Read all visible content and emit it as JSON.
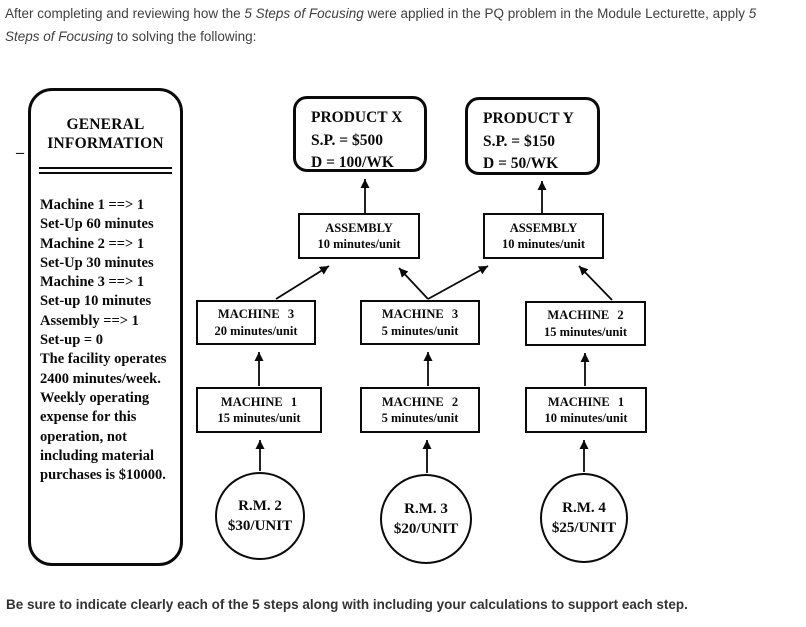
{
  "page": {
    "dash": "–",
    "footer_text": "Be sure to indicate clearly each of the 5 steps along with including your calculations to support each step."
  },
  "intro": {
    "part1": "After completing and reviewing how the ",
    "italic1": "5 Steps of Focusing",
    "part2": " were applied in the PQ problem in the Module Lecturette, apply ",
    "italic2_line1": "5",
    "italic2_line2": "Steps of Focusing",
    "part3": " to solving the following:"
  },
  "general_info": {
    "title_line1": "GENERAL",
    "title_line2": "INFORMATION",
    "lines": [
      "Machine 1 ==> 1",
      "Set-Up 60 minutes",
      "Machine 2 ==> 1",
      "Set-Up 30 minutes",
      "Machine 3 ==> 1",
      "Set-up 10 minutes",
      "Assembly ==> 1",
      "Set-up = 0",
      "The facility operates",
      "2400 minutes/week.",
      "Weekly operating",
      "expense for this",
      "operation, not",
      "including material",
      "purchases is $10000."
    ]
  },
  "products": [
    {
      "name": "PRODUCT X",
      "selling_price": "S.P. = $500",
      "demand": "D = 100/WK"
    },
    {
      "name": "PRODUCT Y",
      "selling_price": "S.P. = $150",
      "demand": "D = 50/WK"
    }
  ],
  "assemblies": [
    {
      "name": "ASSEMBLY",
      "rate": "10 minutes/unit"
    },
    {
      "name": "ASSEMBLY",
      "rate": "10 minutes/unit"
    }
  ],
  "machines_row1": [
    {
      "name": "MACHINE 3",
      "rate": "20 minutes/unit"
    },
    {
      "name": "MACHINE 3",
      "rate": "5 minutes/unit"
    },
    {
      "name": "MACHINE 2",
      "rate": "15 minutes/unit"
    }
  ],
  "machines_row2": [
    {
      "name": "MACHINE 1",
      "rate": "15 minutes/unit"
    },
    {
      "name": "MACHINE 2",
      "rate": "5 minutes/unit"
    },
    {
      "name": "MACHINE 1",
      "rate": "10 minutes/unit"
    }
  ],
  "raw_materials": [
    {
      "name": "R.M. 2",
      "cost": "$30/UNIT"
    },
    {
      "name": "R.M. 3",
      "cost": "$20/UNIT"
    },
    {
      "name": "R.M. 4",
      "cost": "$25/UNIT"
    }
  ]
}
